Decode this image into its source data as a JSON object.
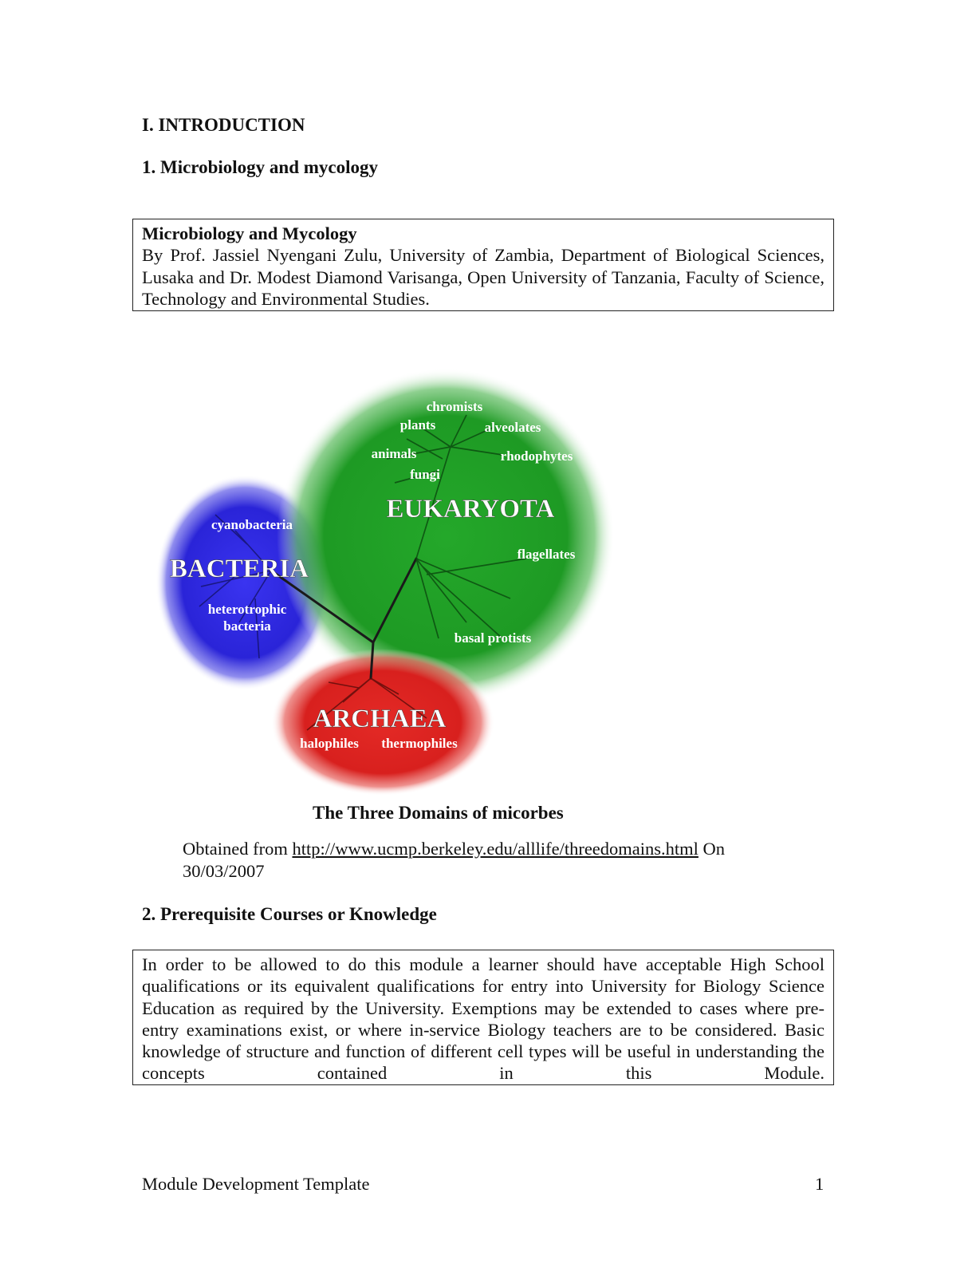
{
  "section_heading": "I. INTRODUCTION",
  "subsection_1": "1. Microbiology and mycology",
  "author_box": {
    "title": "Microbiology and Mycology",
    "text": "By Prof. Jassiel Nyengani Zulu, University of Zambia, Department of Biological Sciences, Lusaka and Dr. Modest Diamond Varisanga, Open University of Tanzania, Faculty of Science, Technology and Environmental Studies."
  },
  "figure": {
    "domains": {
      "bacteria": "BACTERIA",
      "eukaryota": "EUKARYOTA",
      "archaea": "ARCHAEA"
    },
    "groups": {
      "cyanobacteria": "cyanobacteria",
      "heterotrophic_1": "heterotrophic",
      "heterotrophic_2": "bacteria",
      "chromists": "chromists",
      "plants": "plants",
      "alveolates": "alveolates",
      "animals": "animals",
      "rhodophytes": "rhodophytes",
      "fungi": "fungi",
      "flagellates": "flagellates",
      "basal_protists": "basal protists",
      "halophiles": "halophiles",
      "thermophiles": "thermophiles"
    },
    "colors": {
      "bacteria": "#2a24d8",
      "eukaryota": "#1e9a24",
      "archaea": "#d8201e"
    },
    "caption": "The Three Domains of micorbes"
  },
  "source": {
    "prefix": "Obtained from ",
    "link": "http://www.ucmp.berkeley.edu/alllife/threedomains.html",
    "suffix": " On",
    "date": "30/03/2007"
  },
  "subsection_2": "2. Prerequisite Courses or Knowledge",
  "prereq_box": {
    "text": "In order to be allowed to do this module a learner should have acceptable High School qualifications or its equivalent qualifications for entry into University for Biology Science Education as required by the University. Exemptions may be extended to cases where pre-entry examinations exist, or where in-service Biology teachers are to be considered. Basic knowledge of structure and function of different cell types will be useful in understanding the concepts contained in this Module."
  },
  "footer": {
    "left": "Module Development Template",
    "page_number": "1"
  }
}
